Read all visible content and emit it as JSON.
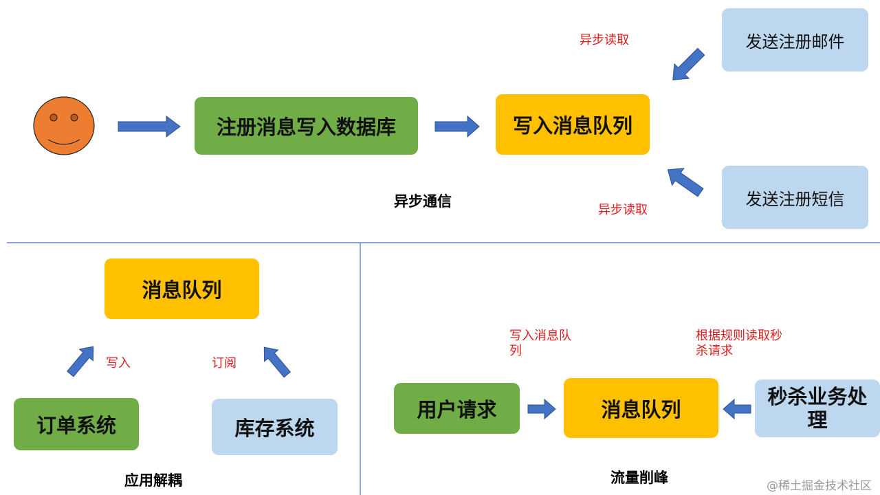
{
  "top": {
    "step1": "注册消息写入数据库",
    "step2": "写入消息队列",
    "email": "发送注册邮件",
    "sms": "发送注册短信",
    "read_label_top": "异步读取",
    "read_label_bottom": "异步读取",
    "caption": "异步通信"
  },
  "bottom_left": {
    "queue": "消息队列",
    "order": "订单系统",
    "inventory": "库存系统",
    "write_label": "写入",
    "subscribe_label": "订阅",
    "caption": "应用解耦"
  },
  "bottom_right": {
    "request": "用户请求",
    "queue": "消息队列",
    "seckill": "秒杀业务处理",
    "write_label_l1": "写入消息队",
    "write_label_l2": "列",
    "rule_label_l1": "根据规则读取秒",
    "rule_label_l2": "杀请求",
    "caption": "流量削峰"
  },
  "watermark": "@稀土掘金技术社区",
  "colors": {
    "green": "#70ad47",
    "yellow": "#ffc000",
    "light_blue": "#bdd7ee",
    "arrow_blue": "#4472c4",
    "note_red": "#e02020",
    "face_orange": "#ed7d31"
  }
}
